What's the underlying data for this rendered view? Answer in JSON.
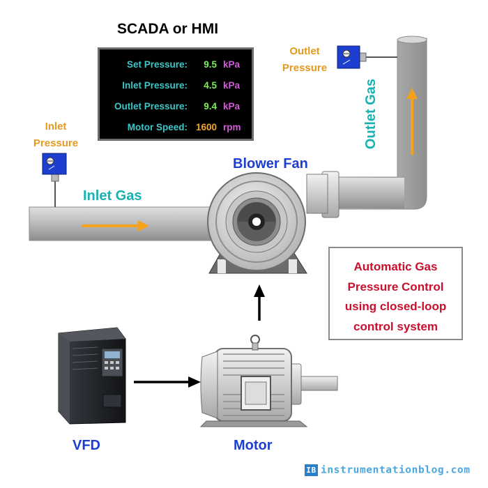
{
  "title": "SCADA or HMI",
  "hmi": {
    "rows": [
      {
        "label": "Set Pressure:",
        "value": "9.5",
        "unit": "kPa"
      },
      {
        "label": "Inlet Pressure:",
        "value": "4.5",
        "unit": "kPa"
      },
      {
        "label": "Outlet Pressure:",
        "value": "9.4",
        "unit": "kPa"
      },
      {
        "label": "Motor Speed:",
        "value": "1600",
        "unit": "rpm"
      }
    ]
  },
  "labels": {
    "inlet_pressure_line1": "Inlet",
    "inlet_pressure_line2": "Pressure",
    "outlet_pressure_line1": "Outlet",
    "outlet_pressure_line2": "Pressure",
    "inlet_gas": "Inlet Gas",
    "outlet_gas": "Outlet Gas",
    "blower_fan": "Blower Fan",
    "vfd": "VFD",
    "motor": "Motor"
  },
  "note": {
    "lines": [
      "Automatic Gas",
      "Pressure Control",
      "using closed-loop",
      "control system"
    ]
  },
  "brand": {
    "icon": "IB",
    "text": "instrumentationblog.com"
  },
  "colors": {
    "pipe": "#b9b9b9",
    "flow_arrow": "#f4a21c",
    "hmi_label": "#3ec7c7",
    "hmi_value": "#7cf05a",
    "hmi_unit": "#d35ad8",
    "note_text": "#c8102e",
    "component_label": "#1d3fd0",
    "gas_label": "#19b2b2",
    "transmitter_label": "#e39a1e",
    "transmitter": "#1d3fd0"
  }
}
